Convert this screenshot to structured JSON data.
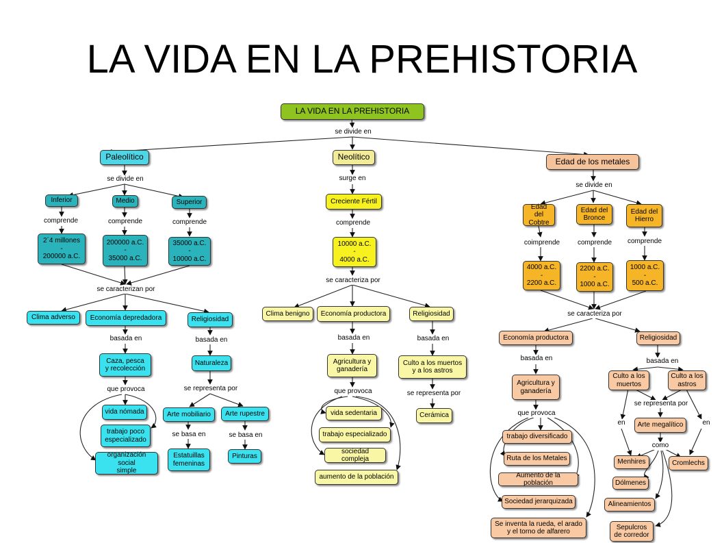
{
  "slide_title": "LA VIDA EN LA PREHISTORIA",
  "colors": {
    "root": "#8fc31f",
    "paleo_header": "#4fd6e6",
    "paleo_dark": "#2bb3bc",
    "paleo_light": "#39e2ee",
    "neo_header": "#f2ec98",
    "neo_bright": "#f7f21f",
    "neo_light": "#f9f6a6",
    "metal_header": "#f6c29a",
    "metal_dark": "#f6b527",
    "metal_light": "#f8c9a2"
  },
  "nodes": {
    "root": "LA VIDA EN LA PREHISTORIA",
    "paleolitico": "Paleolítico",
    "neolitico": "Neolítico",
    "metales": "Edad de los metales",
    "inferior": "Inferior",
    "medio": "Medio",
    "superior": "Superior",
    "inf_date": "2´4 millones\n-\n200000 a.C.",
    "med_date": "200000 a.C.\n-\n35000 a.C.",
    "sup_date": "35000 a.C.\n-\n10000 a.C.",
    "clima_adverso": "Clima adverso",
    "economia_depredadora": "Economía depredadora",
    "religiosidad_p": "Religiosidad",
    "caza": "Caza, pesca\ny recolección",
    "naturaleza": "Naturaleza",
    "vida_nomada": "vida nómada",
    "trabajo_poco": "trabajo poco\nespecializado",
    "organizacion": "organización social\nsimple",
    "arte_mobiliario": "Arte mobiliario",
    "arte_rupestre": "Arte rupestre",
    "estatuillas": "Estatuillas\nfemeninas",
    "pinturas": "Pinturas",
    "creciente": "Creciente Fértil",
    "neo_date": "10000 a.C.\n-\n4000 a.C.",
    "clima_benigno": "Clima benigno",
    "economia_productora_n": "Economía productora",
    "religiosidad_n": "Religiosidad",
    "agricultura_n": "Agricultura y\nganadería",
    "culto_muertos_astros": "Culto a los muertos\ny a los astros",
    "ceramica": "Cerámica",
    "vida_sedentaria": "vida sedentaria",
    "trabajo_esp": "trabajo especializado",
    "sociedad_compleja": "sociedad compleja",
    "aumento_n": "aumento de la población",
    "cobre": "Edad del\nCobtre",
    "bronce": "Edad del\nBronce",
    "hierro": "Edad del\nHierro",
    "cobre_date": "4000 a.C.\n-\n2200 a.C.",
    "bronce_date": "2200 a.C.\n-\n1000 a.C.",
    "hierro_date": "1000 a.C.\n-\n500 a.C.",
    "economia_productora_m": "Economía productora",
    "religiosidad_m": "Religiosidad",
    "agricultura_m": "Agricultura y\nganadería",
    "culto_muertos": "Culto a los\nmuertos",
    "culto_astros": "Culto a los\nastros",
    "trabajo_div": "trabajo diversificado",
    "ruta_metales": "Ruta de los Metales",
    "aumento_m": "Aumento de la población",
    "sociedad_jer": "Sociedad jerarquizada",
    "rueda": "Se inventa la rueda, el arado\ny el torno de alfarero",
    "arte_megalitico": "Arte megalítico",
    "menhires": "Menhires",
    "cromlechs": "Cromlechs",
    "dolmenes": "Dólmenes",
    "alineamientos": "Alineamientos",
    "sepulcros": "Sepulcros\nde corredor"
  },
  "links": {
    "se_divide_en_root": "se divide en",
    "se_divide_en_paleo": "se divide en",
    "surge_en": "surge en",
    "se_divide_en_metal": "se divide en",
    "comprende_inf": "comprende",
    "comprende_med": "comprende",
    "comprende_sup": "comprende",
    "comprende_neo": "comprende",
    "coimprende": "coimprende",
    "comprende_bronce": "comprende",
    "comprende_hierro": "comprende",
    "se_caracterizan_por": "se caracterizan por",
    "se_caracteriza_por_n": "se caracteriza por",
    "se_caracteriza_por_m": "se caracteriza por",
    "basada_en_p1": "basada en",
    "basada_en_p2": "basada en",
    "basada_en_n1": "basada en",
    "basada_en_n2": "basada en",
    "basada_en_m1": "basada en",
    "basada_en_m2": "basada en",
    "que_provoca_p": "que provoca",
    "que_provoca_n": "que provoca",
    "que_provoca_m": "que provoca",
    "se_representa_por_p": "se representa por",
    "se_representa_por_n": "se representa por",
    "se_representa_por_m": "se representa por",
    "se_basa_en_1": "se basa en",
    "se_basa_en_2": "se basa en",
    "en_left": "en",
    "en_right": "en",
    "como": "como"
  }
}
